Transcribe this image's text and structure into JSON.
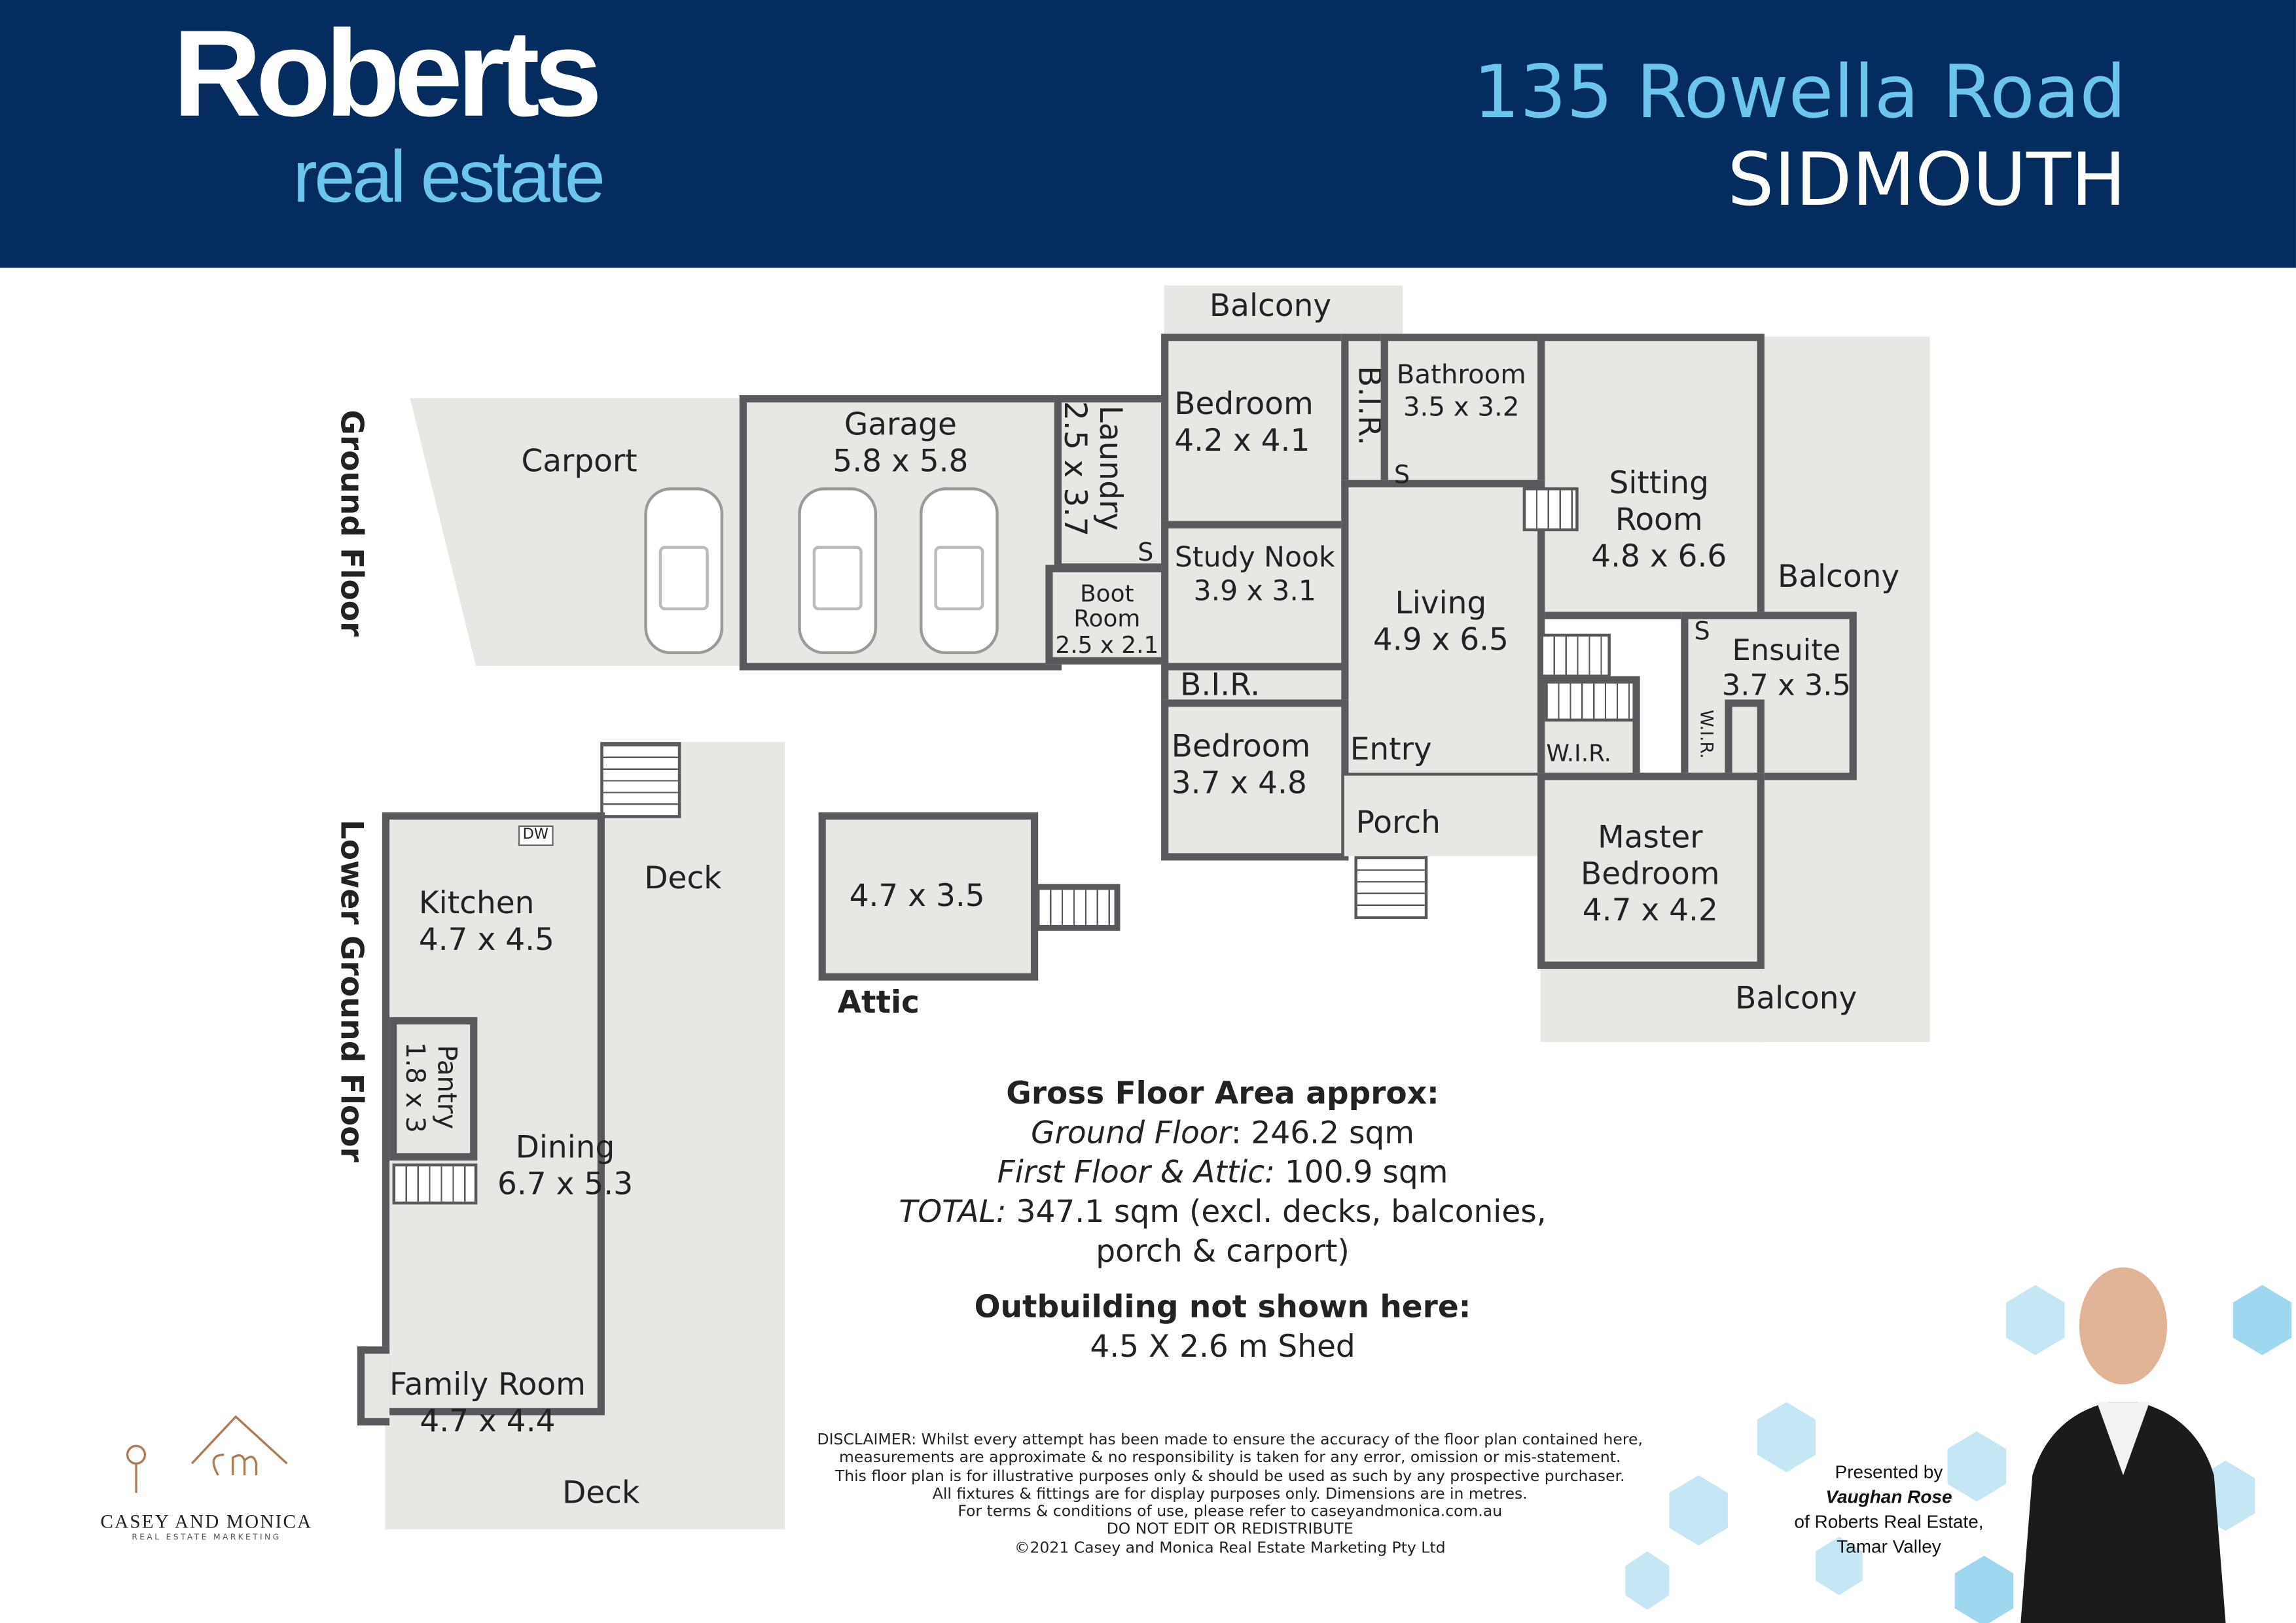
{
  "brand": {
    "main": "Roberts",
    "sub": "real estate"
  },
  "address": {
    "street": "135 Rowella Road",
    "suburb": "SIDMOUTH"
  },
  "floors": {
    "ground": "Ground Floor",
    "lower": "Lower Ground Floor",
    "attic": "Attic"
  },
  "rooms": {
    "carport": "Carport",
    "garage": "Garage",
    "garage_dim": "5.8 x 5.8",
    "laundry": "Laundry",
    "laundry_dim": "2.5 x 3.7",
    "boot": "Boot",
    "boot2": "Room",
    "boot_dim": "2.5 x 2.1",
    "balcony_top": "Balcony",
    "bedroom1": "Bedroom",
    "bedroom1_dim": "4.2 x 4.1",
    "bir1": "B.I.R.",
    "bathroom": "Bathroom",
    "bathroom_dim": "3.5 x 3.2",
    "sitting": "Sitting",
    "sitting2": "Room",
    "sitting_dim": "4.8 x 6.6",
    "balcony_right": "Balcony",
    "study": "Study Nook",
    "study_dim": "3.9 x 3.1",
    "living": "Living",
    "living_dim": "4.9 x 6.5",
    "s1": "S",
    "s2": "S",
    "s3": "S",
    "bir2": "B.I.R.",
    "bedroom2": "Bedroom",
    "bedroom2_dim": "3.7 x 4.8",
    "entry": "Entry",
    "porch": "Porch",
    "ensuite": "Ensuite",
    "ensuite_dim": "3.7 x 3.5",
    "wir1": "W.I.R.",
    "wir2": "W.I.R.",
    "master": "Master",
    "master2": "Bedroom",
    "master_dim": "4.7 x 4.2",
    "balcony_bottom": "Balcony",
    "kitchen": "Kitchen",
    "kitchen_dim": "4.7 x 4.5",
    "dw": "DW",
    "deck_top": "Deck",
    "pantry": "Pantry",
    "pantry_dim": "1.8 x 3",
    "dining": "Dining",
    "dining_dim": "6.7 x 5.3",
    "family": "Family Room",
    "family_dim": "4.7 x 4.4",
    "deck_bottom": "Deck",
    "attic_dim": "4.7 x 3.5"
  },
  "area": {
    "title": "Gross Floor Area approx:",
    "ground_label": "Ground Floor",
    "ground_value": ": 246.2 sqm",
    "first_label": "First Floor & Attic:",
    "first_value": " 100.9 sqm",
    "total_label": "TOTAL:",
    "total_value": " 347.1 sqm (excl. decks, balconies,",
    "total_value2": "porch & carport)",
    "out_title": "Outbuilding not shown here:",
    "out_value": "4.5 X 2.6 m Shed"
  },
  "disclaimer": [
    "DISCLAIMER: Whilst every attempt has been made to ensure the accuracy of the floor plan contained here,",
    "measurements are approximate & no responsibility is taken for any error, omission or mis-statement.",
    "This floor plan is for illustrative purposes only & should be used as such by any prospective purchaser.",
    "All fixtures & fittings are for display purposes only. Dimensions are in metres.",
    "For terms & conditions of use, please refer to caseyandmonica.com.au",
    "DO NOT EDIT OR REDISTRIBUTE",
    "©2021 Casey and Monica Real Estate Marketing Pty Ltd"
  ],
  "presenter": {
    "line1": "Presented by",
    "name": "Vaughan Rose",
    "line3": "of Roberts Real Estate,",
    "line4": "Tamar Valley"
  },
  "cm_logo": {
    "name": "CASEY AND MONICA",
    "tag": "REAL ESTATE MARKETING"
  },
  "colors": {
    "header": "#052c5f",
    "accent": "#6cc5ec",
    "wall": "#58595c",
    "floor": "#e7e8e3"
  }
}
